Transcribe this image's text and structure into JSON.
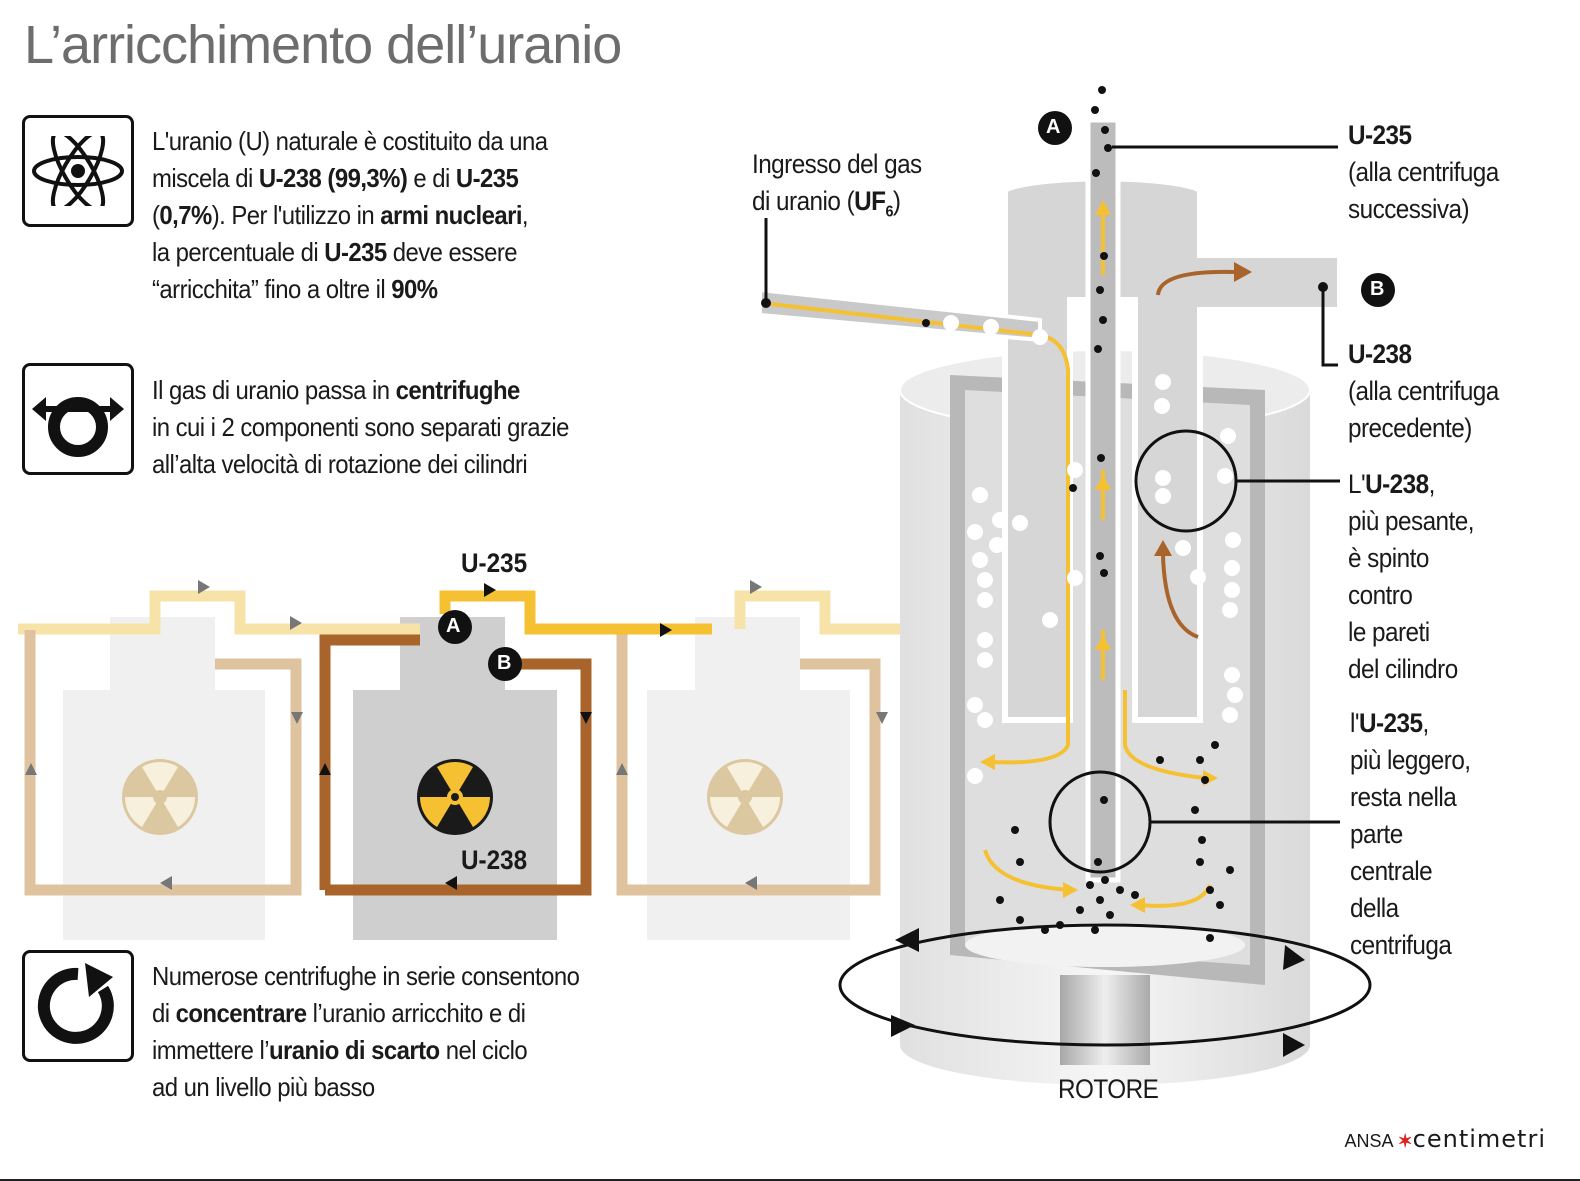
{
  "title": "L’arricchimento dell’uranio",
  "sections": [
    {
      "icon": "atom-icon",
      "lines": [
        [
          [
            "L'uranio (U) naturale è costituito da una",
            false
          ]
        ],
        [
          [
            "miscela di ",
            false
          ],
          [
            "U-238 (99,3%)",
            true
          ],
          [
            " e di ",
            false
          ],
          [
            "U-235",
            true
          ]
        ],
        [
          [
            "(",
            false
          ],
          [
            "0,7%",
            true
          ],
          [
            "). Per l'utilizzo in ",
            false
          ],
          [
            "armi nucleari",
            true
          ],
          [
            ",",
            false
          ]
        ],
        [
          [
            "la percentuale di ",
            false
          ],
          [
            "U-235",
            true
          ],
          [
            " deve essere",
            false
          ]
        ],
        [
          [
            "“arricchita” fino a oltre il ",
            false
          ],
          [
            "90%",
            true
          ]
        ]
      ]
    },
    {
      "icon": "centrifuge-icon",
      "lines": [
        [
          [
            "Il gas di uranio passa in ",
            false
          ],
          [
            "centrifughe",
            true
          ]
        ],
        [
          [
            "in cui i 2 componenti sono separati grazie",
            false
          ]
        ],
        [
          [
            "all’alta velocità di rotazione dei cilindri",
            false
          ]
        ]
      ]
    },
    {
      "icon": "cycle-arrow-icon",
      "lines": [
        [
          [
            "Numerose centrifughe in serie consentono",
            false
          ]
        ],
        [
          [
            "di ",
            false
          ],
          [
            "concentrare",
            true
          ],
          [
            " l’uranio arricchito e di",
            false
          ]
        ],
        [
          [
            "immettere l’",
            false
          ],
          [
            "uranio di scarto",
            true
          ],
          [
            " nel ciclo",
            false
          ]
        ],
        [
          [
            "ad un livello più basso",
            false
          ]
        ]
      ]
    }
  ],
  "cascade": {
    "u235": "U-235",
    "u238": "U-238",
    "marker_a": "A",
    "marker_b": "B"
  },
  "centrifuge": {
    "inlet_line1": "Ingresso del gas",
    "inlet_line2_prefix": "di uranio (",
    "inlet_formula": "UF",
    "inlet_sub": "6",
    "inlet_suffix": ")",
    "marker_a": "A",
    "marker_b": "B",
    "out_a_title": "U-235",
    "out_a_lines": [
      "(alla centrifuga",
      "successiva)"
    ],
    "out_b_title": "U-238",
    "out_b_lines": [
      "(alla centrifuga",
      "precedente)"
    ],
    "heavy_prefix": "L'",
    "heavy_title": "U-238",
    "heavy_suffix": ",",
    "heavy_lines": [
      "più pesante,",
      "è spinto",
      "contro",
      "le pareti",
      "del cilindro"
    ],
    "light_prefix": "l'",
    "light_title": "U-235",
    "light_suffix": ",",
    "light_lines": [
      "più leggero,",
      "resta nella",
      "parte",
      "centrale",
      "della",
      "centrifuga"
    ],
    "rotor": "ROTORE"
  },
  "footer": {
    "brand": "ANSA",
    "product": "centimetri"
  },
  "colors": {
    "yellow": "#f5c132",
    "brown": "#a8642a",
    "light_brown": "#dfc39f",
    "grey": "#d6d6d6"
  }
}
